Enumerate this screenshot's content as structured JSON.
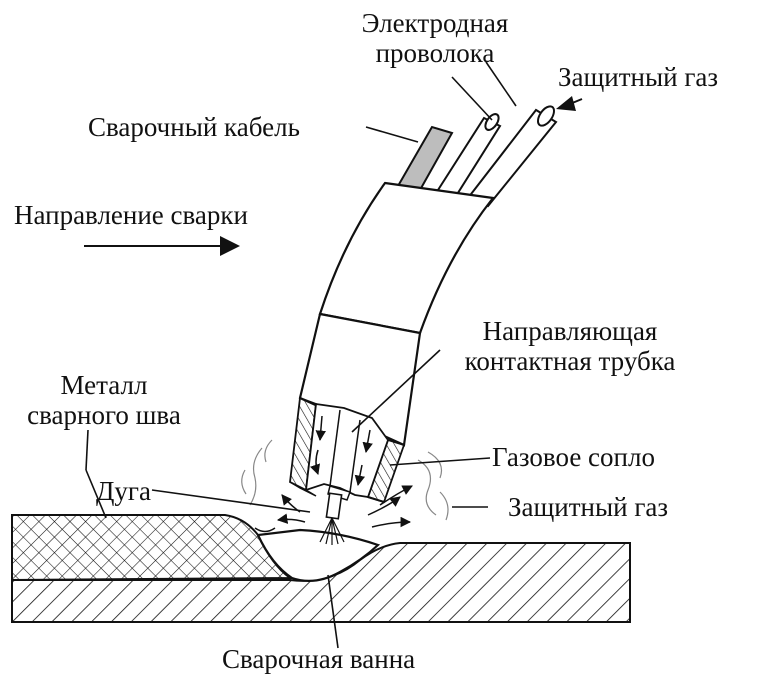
{
  "labels": {
    "electrode_wire": [
      "Электродная",
      "проволока"
    ],
    "shielding_gas_top": "Защитный газ",
    "welding_cable": "Сварочный кабель",
    "welding_direction": "Направление сварки",
    "contact_tube": [
      "Направляющая",
      "контактная трубка"
    ],
    "weld_metal": [
      "Металл",
      "сварного шва"
    ],
    "gas_nozzle": "Газовое сопло",
    "arc": "Дуга",
    "shielding_gas_side": "Защитный газ",
    "weld_pool": "Сварочная ванна"
  },
  "colors": {
    "ink": "#111111",
    "background": "#ffffff",
    "cable_fill": "#bdbdbd"
  }
}
